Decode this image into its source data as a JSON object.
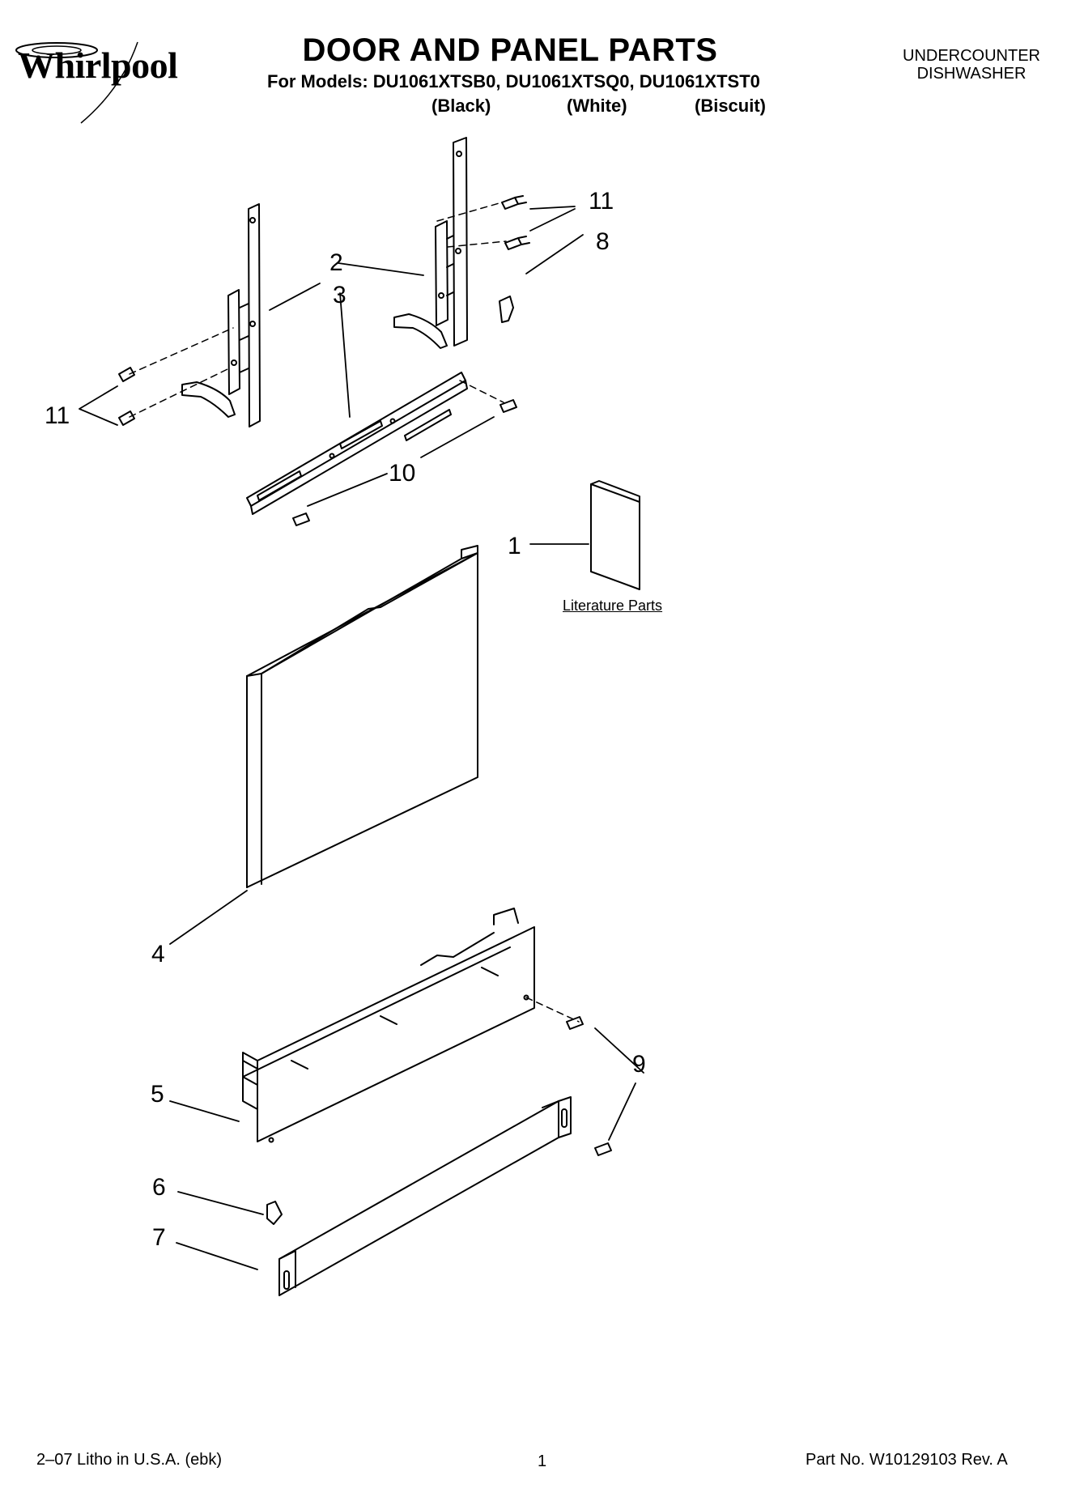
{
  "header": {
    "brand": "Whirlpool",
    "title": "DOOR AND PANEL PARTS",
    "models": "For Models: DU1061XTSB0, DU1061XTSQ0, DU1061XTST0",
    "colors": [
      "(Black)",
      "(White)",
      "(Biscuit)"
    ],
    "product_line1": "UNDERCOUNTER",
    "product_line2": "DISHWASHER"
  },
  "callouts": {
    "c1": "1",
    "c2": "2",
    "c3": "3",
    "c4": "4",
    "c5": "5",
    "c6": "6",
    "c7": "7",
    "c8": "8",
    "c9": "9",
    "c10": "10",
    "c11a": "11",
    "c11b": "11"
  },
  "literature_label": "Literature Parts",
  "footer": {
    "litho": "2–07 Litho in U.S.A. (ebk)",
    "page": "1",
    "part_no": "Part No. W10129103 Rev. A"
  }
}
